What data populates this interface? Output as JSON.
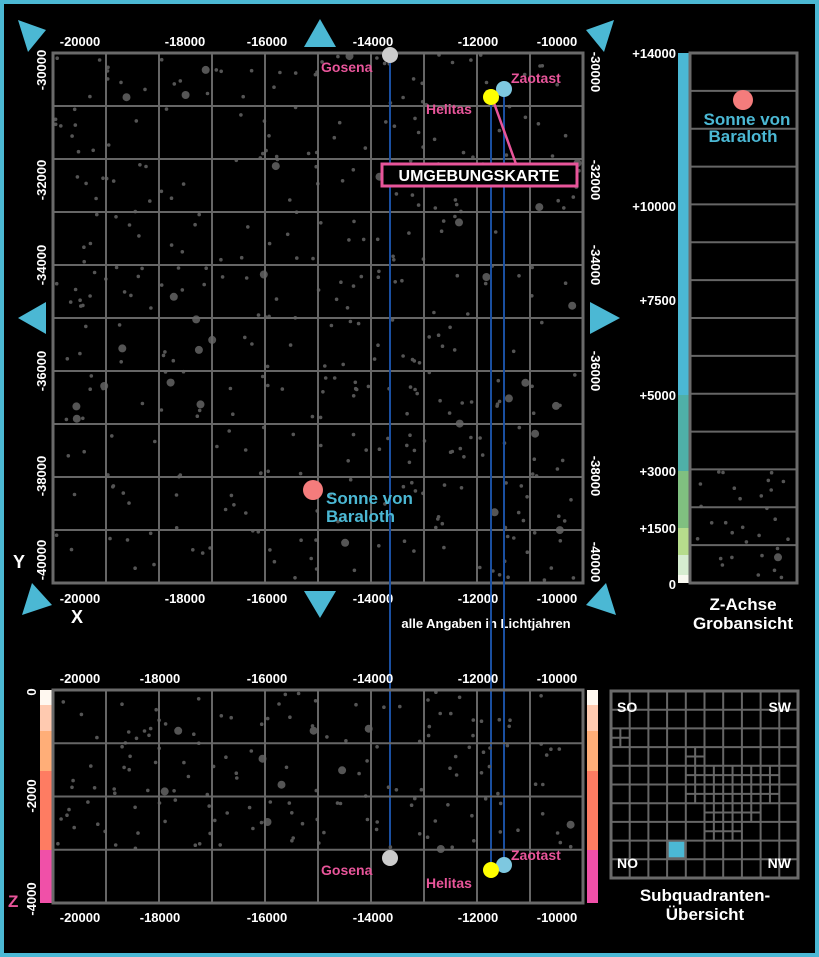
{
  "title": "UMGEBUNGSKARTE",
  "units_note": "alle Angaben in Lichtjahren",
  "colors": {
    "accent": "#4bb8d4",
    "pink": "#e8559a",
    "sun": "#f47c7c",
    "track": "#1a4fa0",
    "gosena": "#cccccc",
    "helitas": "#ffff00",
    "zaotast": "#7ec8e0"
  },
  "main_map": {
    "x_axis_label": "X",
    "y_axis_label": "Y",
    "x_ticks": [
      "-20000",
      "-18000",
      "-16000",
      "-14000",
      "-12000",
      "-10000"
    ],
    "y_ticks": [
      "-30000",
      "-32000",
      "-34000",
      "-36000",
      "-38000",
      "-40000"
    ]
  },
  "side_view": {
    "z_axis_label": "Z",
    "x_ticks": [
      "-20000",
      "-18000",
      "-16000",
      "-14000",
      "-12000",
      "-10000"
    ],
    "z_ticks": [
      "0",
      "-2000",
      "-4000"
    ]
  },
  "z_overview": {
    "caption_line1": "Z-Achse",
    "caption_line2": "Grobansicht",
    "ticks": [
      "+14000",
      "+10000",
      "+7500",
      "+5000",
      "+3000",
      "+1500",
      "0"
    ]
  },
  "subquadrant_overview": {
    "caption_line1": "Subquadranten-",
    "caption_line2": "Übersicht",
    "corners": {
      "top_left": "SO",
      "top_right": "SW",
      "bottom_left": "NO",
      "bottom_right": "NW"
    }
  },
  "objects": {
    "gosena": "Gosena",
    "helitas": "Helitas",
    "zaotast": "Zaotast",
    "sun_line1": "Sonne von",
    "sun_line2": "Baraloth"
  }
}
